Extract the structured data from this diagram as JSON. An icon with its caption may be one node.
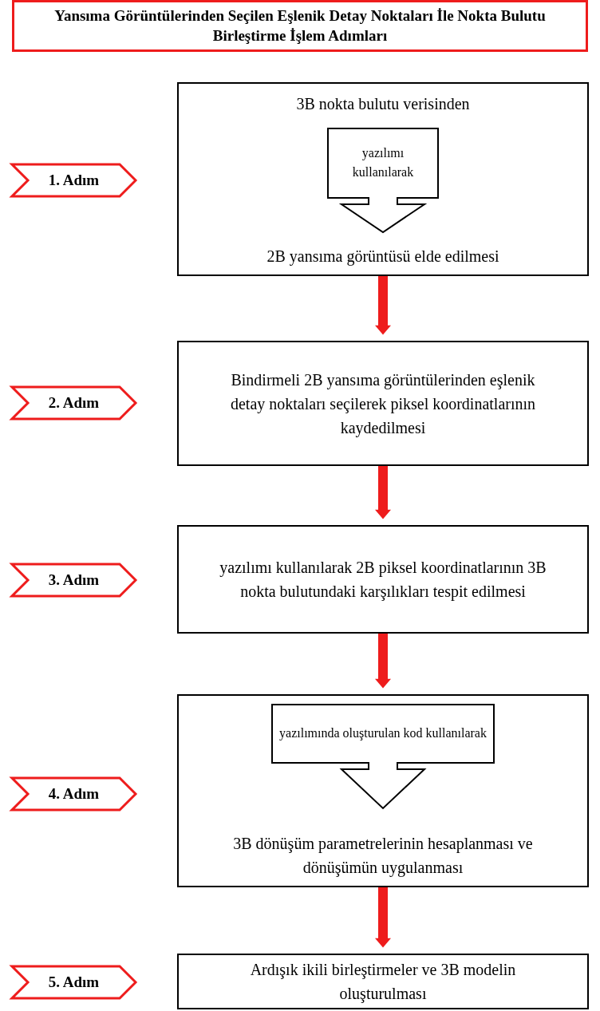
{
  "diagram": {
    "title": "Yansıma Görüntülerinden Seçilen Eşlenik Detay Noktaları İle Nokta Bulutu Birleştirme İşlem Adımları",
    "nodes": [
      {
        "text": [
          "1. Adım"
        ]
      },
      {
        "text": [
          "3B nokta bulutu verisinden",
          "2B yansıma görüntüsü elde edilmesi"
        ]
      },
      {
        "text": [
          "yazılımı kullanılarak"
        ],
        "in": 1
      },
      {
        "text": [
          "2. Adım"
        ]
      },
      {
        "text": [
          "Bindirmeli 2B yansıma görüntülerinden eşlenik detay noktaları seçilerek piksel koordinatlarının kaydedilmesi"
        ]
      },
      {
        "text": [
          "3. Adım"
        ]
      },
      {
        "text": [
          "yazılımı kullanılarak 2B piksel koordinatlarının 3B nokta bulutundaki karşılıkları tespit edilmesi"
        ]
      },
      {
        "text": [
          "4. Adım"
        ]
      },
      {
        "text": [
          "3B dönüşüm parametrelerinin hesaplanması ve dönüşümün uygulanması"
        ]
      },
      {
        "text": [
          "yazılımında oluşturulan kod kullanılarak"
        ],
        "in": 8
      },
      {
        "text": [
          "5. Adım"
        ]
      },
      {
        "text": [
          "Ardışık ikili birleştirmeler ve 3B modelin oluşturulması"
        ]
      }
    ],
    "edges": [
      {
        "from": 1,
        "to": 4,
        "arrow": "to"
      },
      {
        "from": 4,
        "to": 6,
        "arrow": "to"
      },
      {
        "from": 6,
        "to": 8,
        "arrow": "to"
      },
      {
        "from": 8,
        "to": 11,
        "arrow": "to"
      }
    ]
  }
}
